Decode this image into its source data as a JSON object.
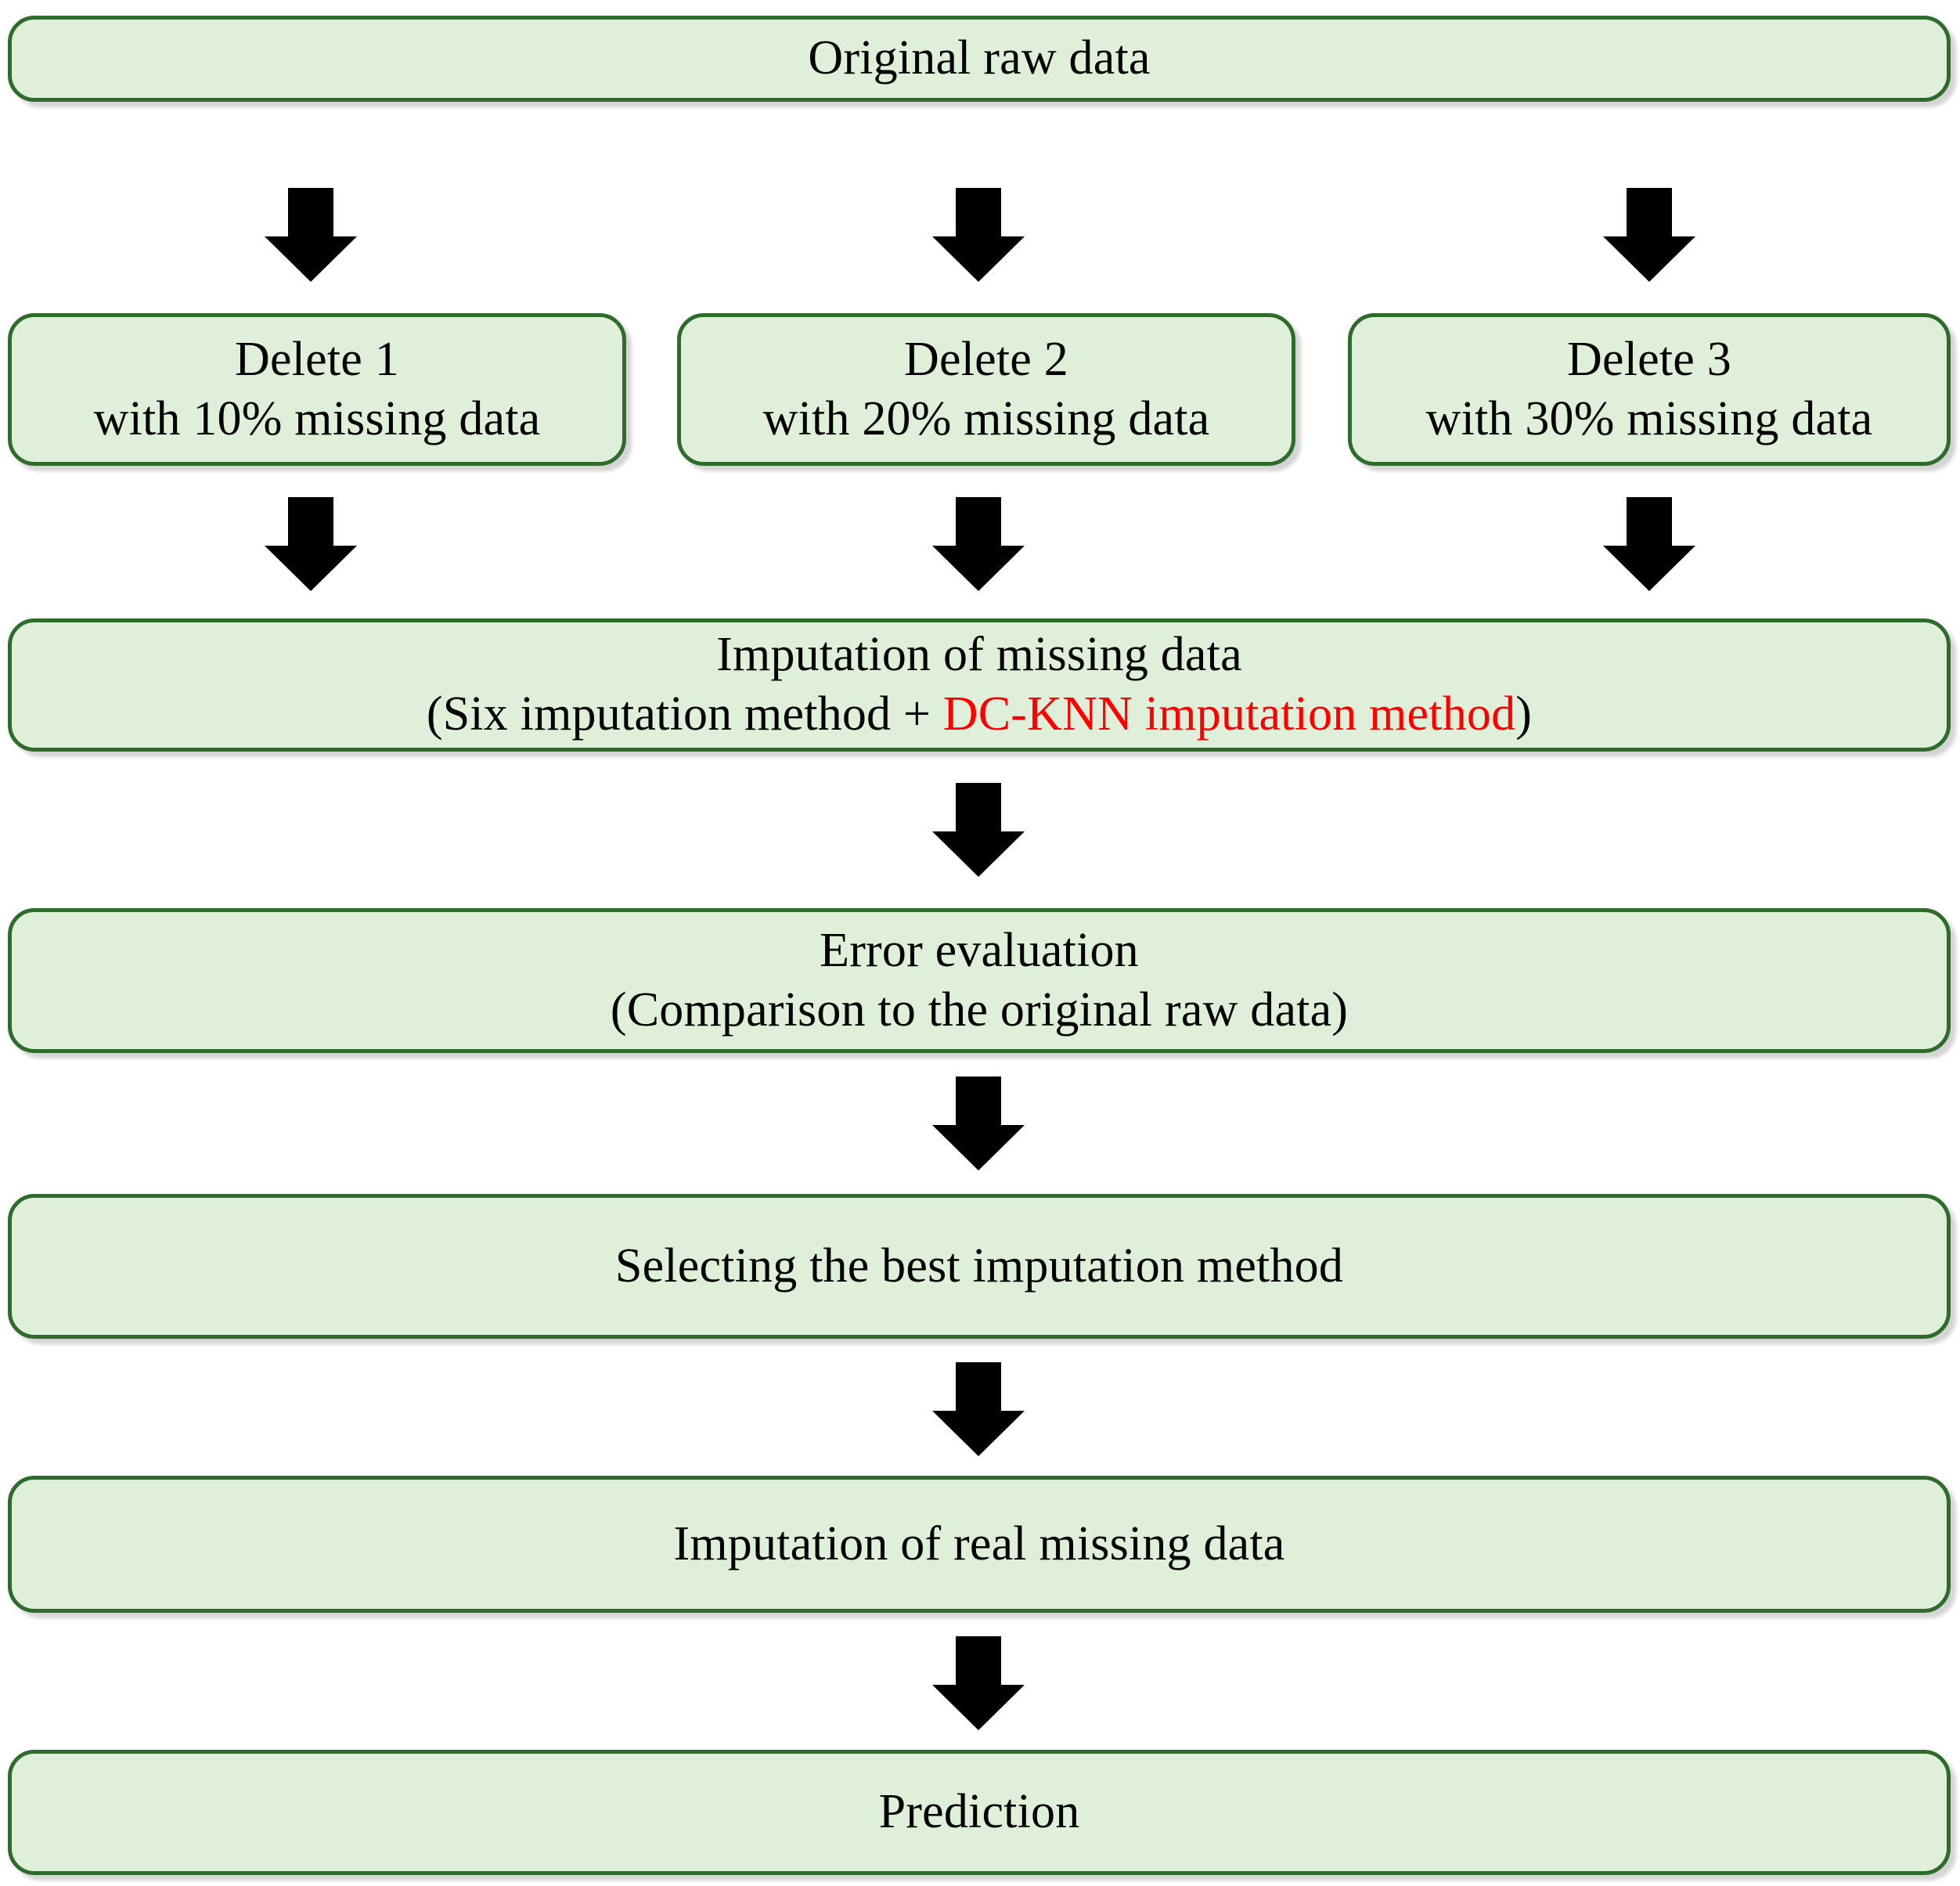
{
  "diagram": {
    "title": "Imputation workflow flowchart",
    "colors": {
      "box_fill": "#DFEFD9",
      "box_border": "#2E6B2C",
      "text": "#000000",
      "accent": "#FF0000",
      "arrow": "#000000",
      "background": "#FFFFFF"
    }
  },
  "nodes": {
    "original": {
      "line1": "Original raw data"
    },
    "delete1": {
      "line1": "Delete 1",
      "line2": "with 10% missing data"
    },
    "delete2": {
      "line1": "Delete 2",
      "line2": "with 20% missing data"
    },
    "delete3": {
      "line1": "Delete 3",
      "line2": "with 30% missing data"
    },
    "imputation": {
      "line1": "Imputation of missing data",
      "line2_prefix": "(Six imputation method + ",
      "line2_accent": "DC-KNN imputation method",
      "line2_suffix": ")"
    },
    "error_evaluation": {
      "line1": "Error evaluation",
      "line2": "(Comparison to the original raw data)"
    },
    "select_best": {
      "line1": "Selecting the best imputation method"
    },
    "impute_real": {
      "line1": "Imputation of real missing data"
    },
    "prediction": {
      "line1": "Prediction"
    }
  },
  "arrows": [
    {
      "name": "original-to-delete1",
      "icon": "down-arrow-icon"
    },
    {
      "name": "original-to-delete2",
      "icon": "down-arrow-icon"
    },
    {
      "name": "original-to-delete3",
      "icon": "down-arrow-icon"
    },
    {
      "name": "delete1-to-imputation",
      "icon": "down-arrow-icon"
    },
    {
      "name": "delete2-to-imputation",
      "icon": "down-arrow-icon"
    },
    {
      "name": "delete3-to-imputation",
      "icon": "down-arrow-icon"
    },
    {
      "name": "imputation-to-error",
      "icon": "down-arrow-icon"
    },
    {
      "name": "error-to-select-best",
      "icon": "down-arrow-icon"
    },
    {
      "name": "select-best-to-impute-real",
      "icon": "down-arrow-icon"
    },
    {
      "name": "impute-real-to-prediction",
      "icon": "down-arrow-icon"
    }
  ]
}
